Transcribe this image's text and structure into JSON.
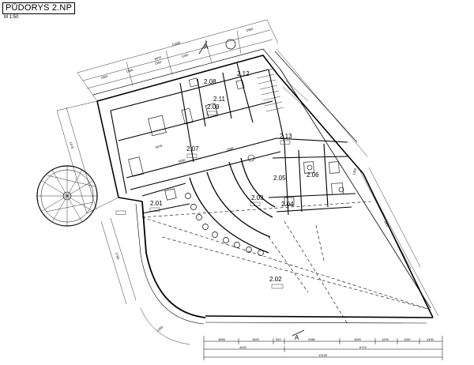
{
  "title": "PŮDORYS 2.NP",
  "scale": "M 1:50",
  "rooms": {
    "r201": "2.01",
    "r202": "2.02",
    "r203": "2.03",
    "r204": "2.04",
    "r205": "2.05",
    "r206": "2.06",
    "r207": "2.07",
    "r208": "2.08",
    "r209": "2.09",
    "r211": "2.11",
    "r212": "2.12",
    "r213": "2.13"
  },
  "dimensions": {
    "bottom_row1": [
      "1890",
      "1820",
      "520",
      "2980",
      "1820",
      "1200",
      "1150",
      "1430"
    ],
    "bottom_row2": [
      "4420",
      "6710"
    ],
    "bottom_total": "13130",
    "top_total": "11630",
    "top_sub": "6670",
    "top_right": "2360",
    "top_row": [
      "1950",
      "1500",
      "1500",
      "1200"
    ],
    "mid_a": "3470",
    "mid_b": "4530",
    "mid_c": "1930",
    "left_a": "1470",
    "left_b": "1700",
    "arc_label": "1350",
    "right_a": "2800",
    "right_b": "1350"
  },
  "section_mark": "A",
  "colors": {
    "ink": "#000000",
    "paper": "#ffffff"
  }
}
